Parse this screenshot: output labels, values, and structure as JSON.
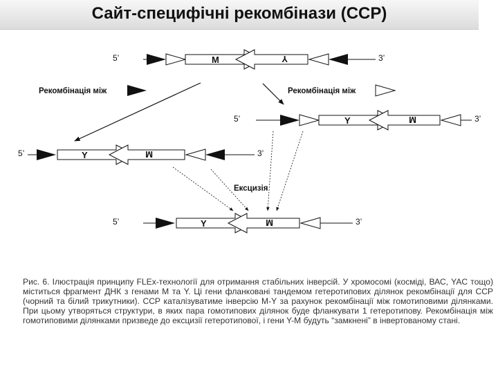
{
  "title": "Сайт-специфічні рекомбінази (ССР)",
  "labels": {
    "five_prime": "5’",
    "three_prime": "3’",
    "recomb_black": "Рекомбінація між",
    "recomb_white": "Рекомбінація між",
    "excision": "Ексцизія"
  },
  "genes": {
    "m": "M",
    "y": "Y"
  },
  "caption": "Рис. 6. Ілюстрація принципу FLEx-технології для отримання стабільних інверсій. У хромосомі (косміді, ВАС, YAC тощо) міститься фрагмент ДНК з генами М та Y. Ці гени фланковані тандемом гетеротипових ділянок рекомбінації для ССР (чорний та білий трикутники). ССР каталізуватиме інверсію М-Y за рахунок рекомбінації між гомотиповими ділянками. При цьому утворяться структури, в яких пара гомотипових ділянок буде фланкувати 1 гетеротипову. Рекомбінація між гомотиповими ділянками призведе до ексцизії гетеротипової, і гени Y-М будуть “замкнені” в інвертованому стані."
}
